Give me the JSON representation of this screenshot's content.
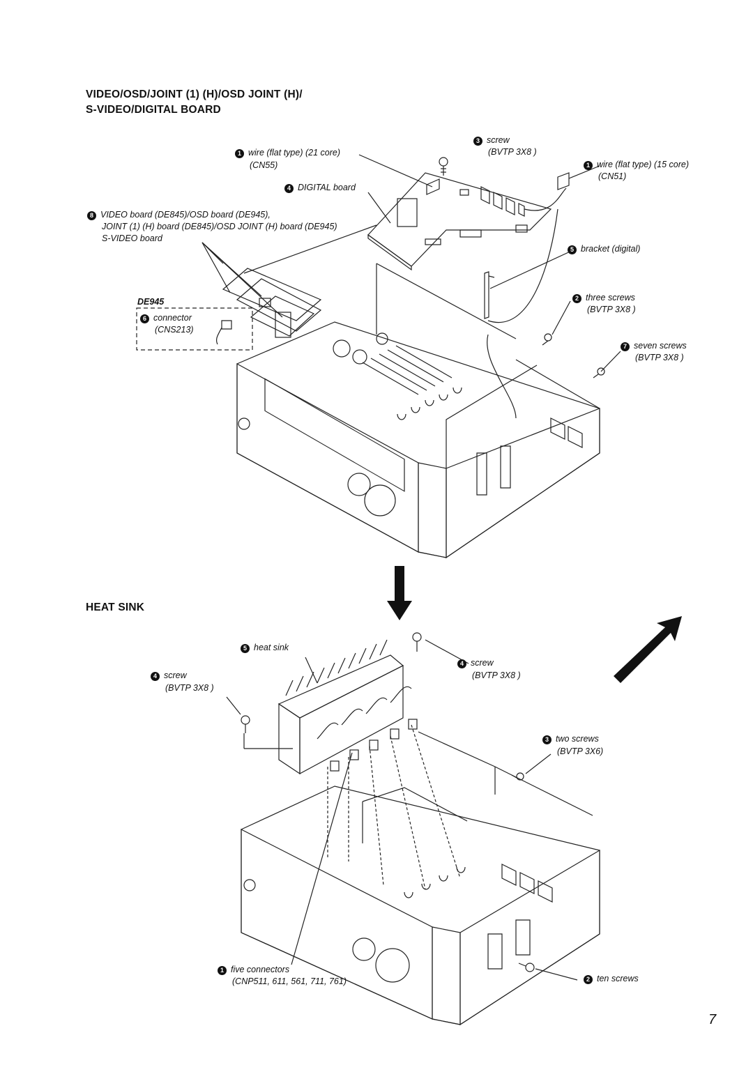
{
  "headings": {
    "section1_line1": "VIDEO/OSD/JOINT (1) (H)/OSD JOINT (H)/",
    "section1_line2": "S-VIDEO/DIGITAL BOARD",
    "section2": "HEAT SINK"
  },
  "section1_callouts": {
    "wire21": {
      "num": "1",
      "line1": "wire (flat type) (21 core)",
      "line2": "(CN55)"
    },
    "digital": {
      "num": "4",
      "line1": "DIGITAL board"
    },
    "video": {
      "num": "8",
      "line1": "VIDEO board (DE845)/OSD board (DE945),",
      "line2": "JOINT (1) (H) board (DE845)/OSD JOINT (H) board (DE945)",
      "line3": "S-VIDEO board"
    },
    "screw": {
      "num": "3",
      "line1": "screw",
      "line2": "(BVTP 3X8 )"
    },
    "wire15": {
      "num": "1",
      "line1": "wire (flat type) (15 core)",
      "line2": "(CN51)"
    },
    "bracket": {
      "num": "5",
      "line1": "bracket (digital)"
    },
    "three_screws": {
      "num": "2",
      "line1": "three screws",
      "line2": "(BVTP 3X8 )"
    },
    "seven_screws": {
      "num": "7",
      "line1": "seven screws",
      "line2": "(BVTP 3X8 )"
    },
    "de945_tag": "DE945",
    "connector": {
      "num": "6",
      "line1": "connector",
      "line2": "(CNS213)"
    }
  },
  "section2_callouts": {
    "heat_sink": {
      "num": "5",
      "line1": "heat sink"
    },
    "screw_left": {
      "num": "4",
      "line1": "screw",
      "line2": "(BVTP 3X8 )"
    },
    "screw_right": {
      "num": "4",
      "line1": "screw",
      "line2": "(BVTP 3X8 )"
    },
    "two_screws": {
      "num": "3",
      "line1": "two screws",
      "line2": "(BVTP 3X6)"
    },
    "connectors": {
      "num": "1",
      "line1": "five connectors",
      "line2": "(CNP511, 611, 561, 711, 761)"
    },
    "ten_screws": {
      "num": "2",
      "line1": "ten screws"
    }
  },
  "page_number": "7",
  "icons": [
    "down-arrow-icon",
    "diagonal-arrow-icon",
    "screw-icon"
  ]
}
